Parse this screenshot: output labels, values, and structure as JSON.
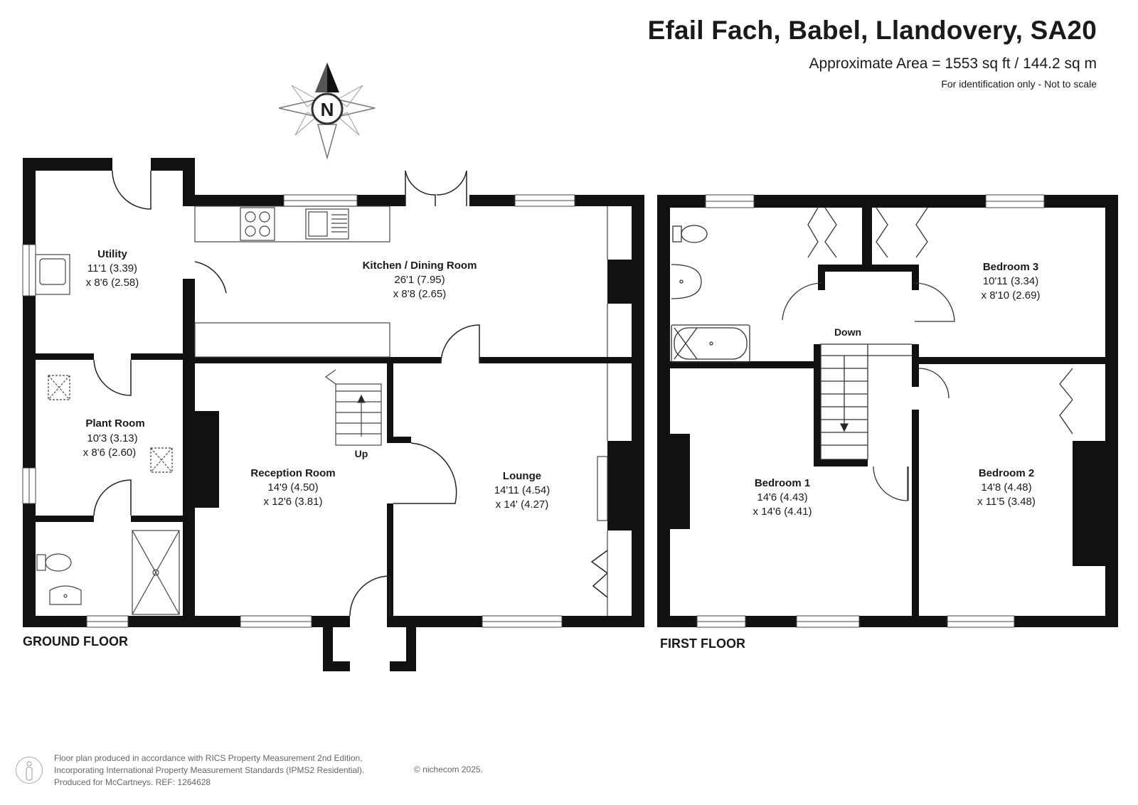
{
  "header": {
    "title": "Efail Fach, Babel, Llandovery, SA20",
    "area": "Approximate Area = 1553 sq ft / 144.2 sq m",
    "note": "For identification only - Not to scale"
  },
  "compass": {
    "letter": "N",
    "icon": "north-arrow-icon"
  },
  "ground_floor": {
    "label": "GROUND FLOOR",
    "rooms": [
      {
        "name": "Utility",
        "dim1": "11'1 (3.39)",
        "dim2": "x 8'6 (2.58)"
      },
      {
        "name": "Kitchen / Dining Room",
        "dim1": "26'1 (7.95)",
        "dim2": "x 8'8 (2.65)"
      },
      {
        "name": "Plant Room",
        "dim1": "10'3 (3.13)",
        "dim2": "x 8'6 (2.60)"
      },
      {
        "name": "Reception Room",
        "dim1": "14'9 (4.50)",
        "dim2": "x 12'6 (3.81)"
      },
      {
        "name": "Lounge",
        "dim1": "14'11 (4.54)",
        "dim2": "x 14' (4.27)"
      }
    ],
    "stairs_label": "Up"
  },
  "first_floor": {
    "label": "FIRST FLOOR",
    "rooms": [
      {
        "name": "Bedroom 3",
        "dim1": "10'11 (3.34)",
        "dim2": "x 8'10 (2.69)"
      },
      {
        "name": "Bedroom 1",
        "dim1": "14'6 (4.43)",
        "dim2": "x 14'6 (4.41)"
      },
      {
        "name": "Bedroom 2",
        "dim1": "14'8 (4.48)",
        "dim2": "x 11'5 (3.48)"
      }
    ],
    "stairs_label": "Down"
  },
  "footer": {
    "line1": "Floor plan produced in accordance with RICS Property Measurement 2nd Edition,",
    "line2": "Incorporating International Property Measurement Standards (IPMS2 Residential).",
    "line3": "Produced for McCartneys.   REF: 1264628",
    "brand": "© nichecom 2025."
  },
  "colors": {
    "wall": "#111111",
    "fixture": "#444444",
    "window": "#ffffff"
  }
}
